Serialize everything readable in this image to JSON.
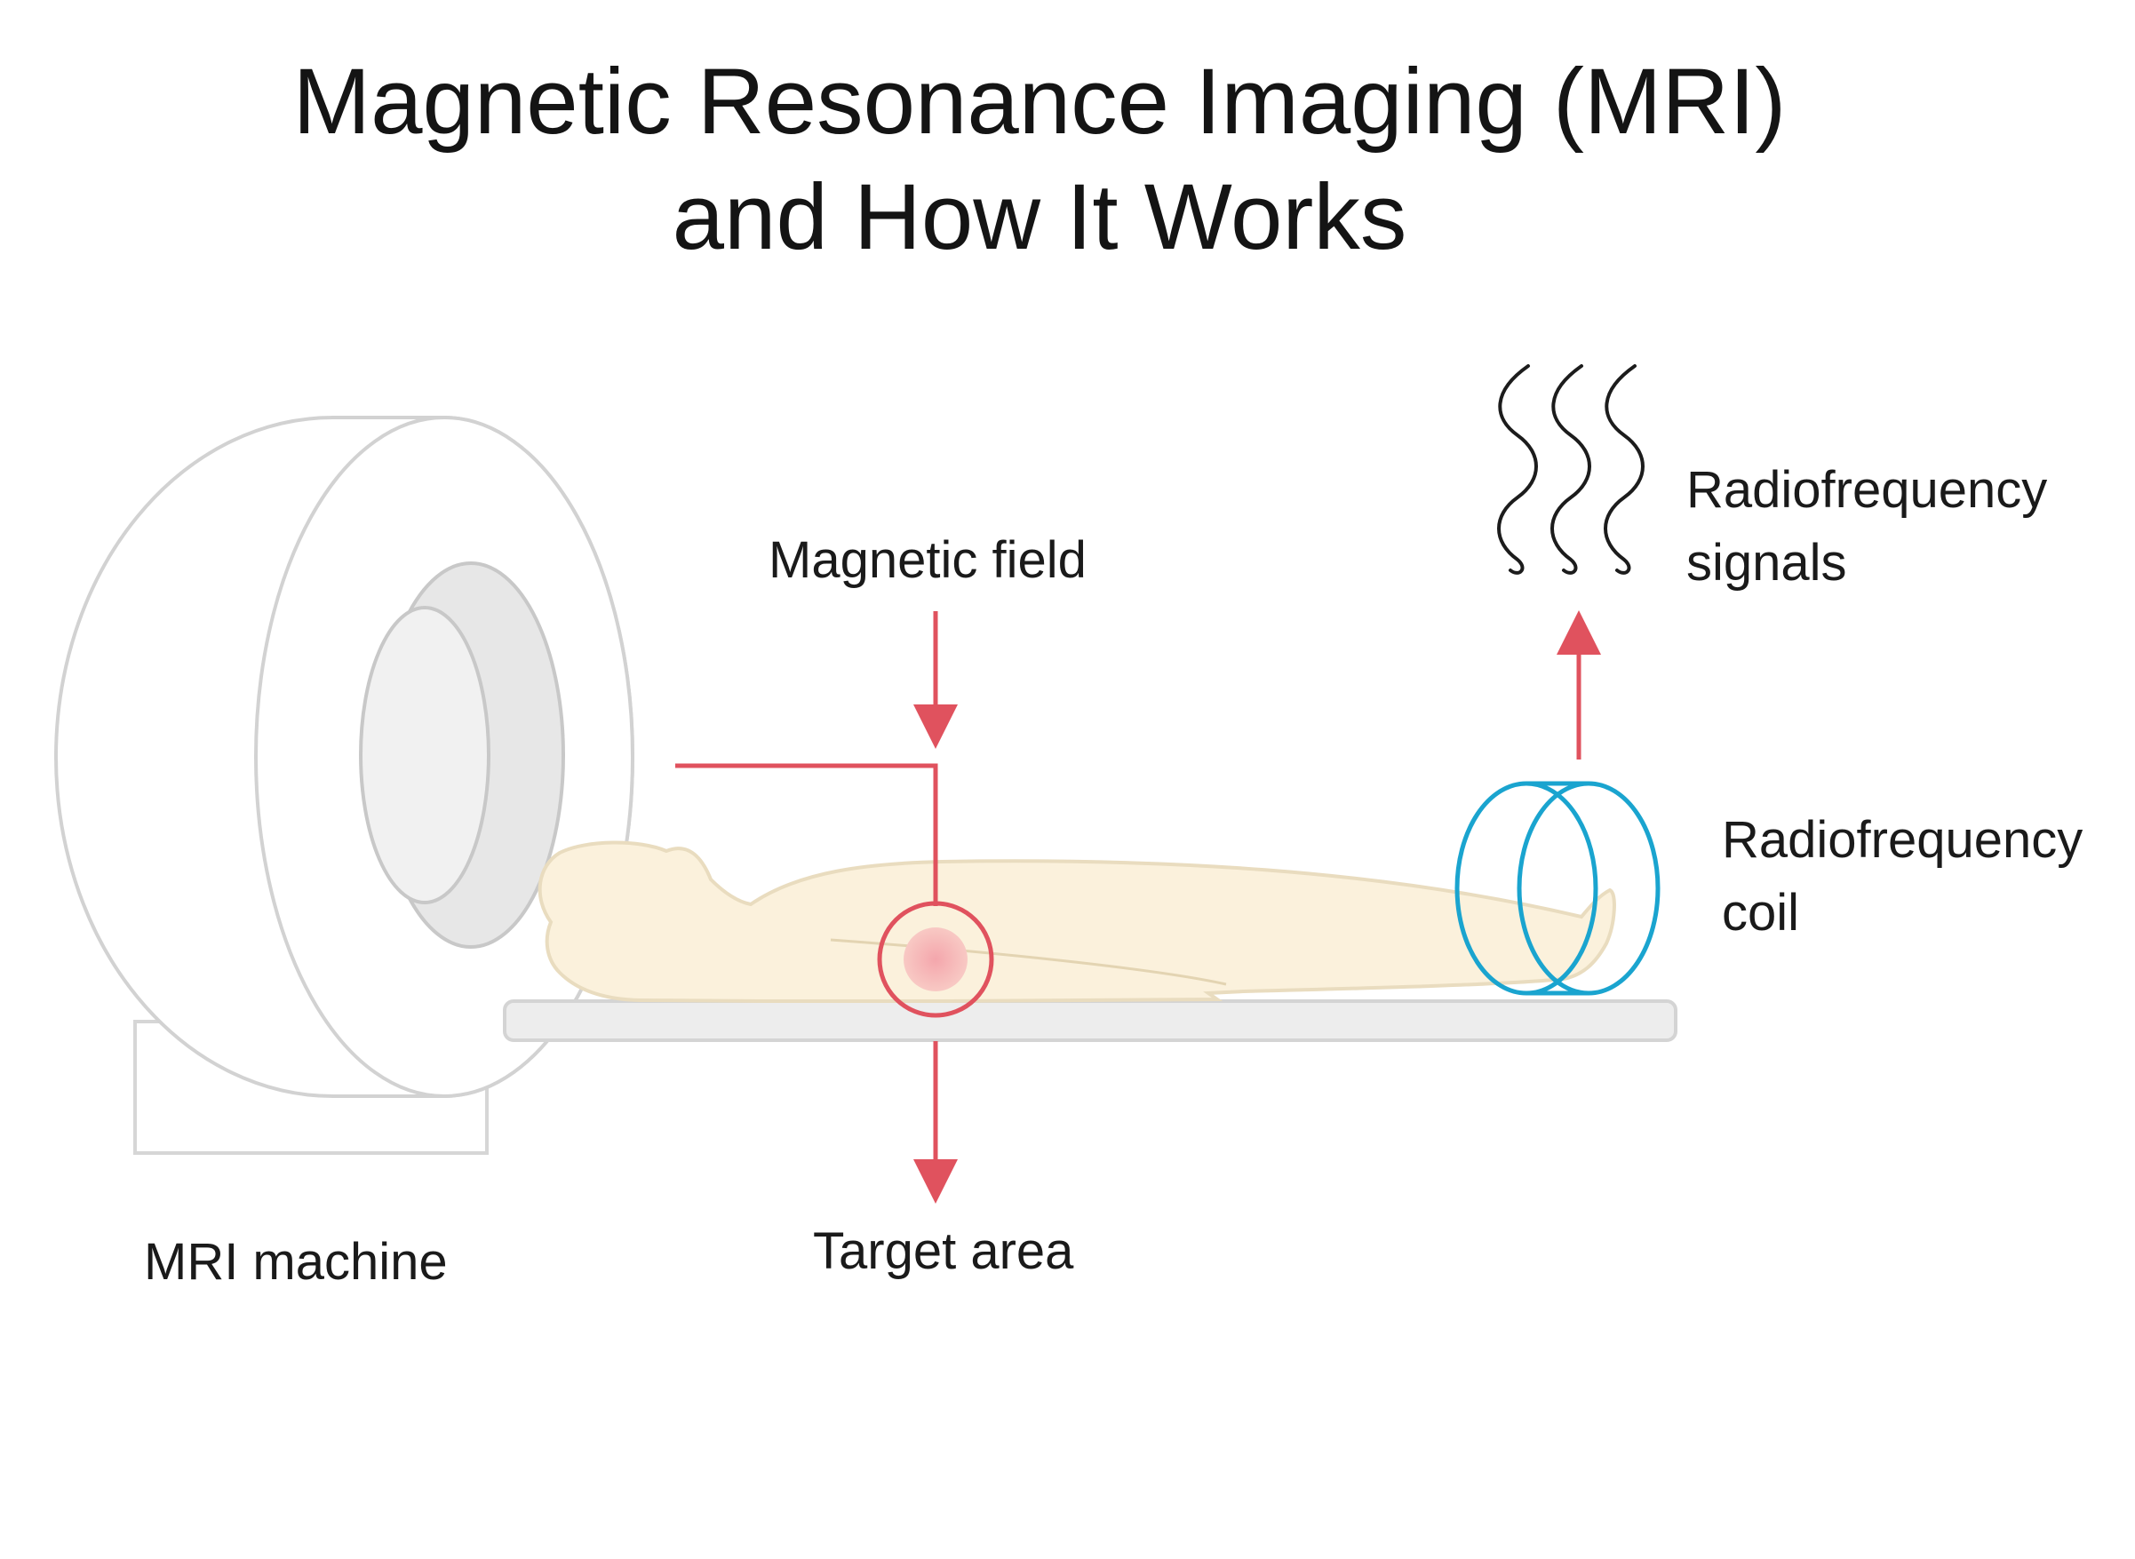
{
  "title": {
    "line1": "Magnetic Resonance Imaging (MRI)",
    "line2": "and How It Works"
  },
  "labels": {
    "magnetic_field": "Magnetic field",
    "rf_signals_line1": "Radiofrequency",
    "rf_signals_line2": "signals",
    "rf_coil_line1": "Radiofrequency",
    "rf_coil_line2": "coil",
    "mri_machine": "MRI machine",
    "target_area": "Target area"
  },
  "colors": {
    "arrow": "#e0525e",
    "coil": "#1aa4cf",
    "body": "#fbf1dc",
    "machine_outline": "#cfcfcf"
  }
}
